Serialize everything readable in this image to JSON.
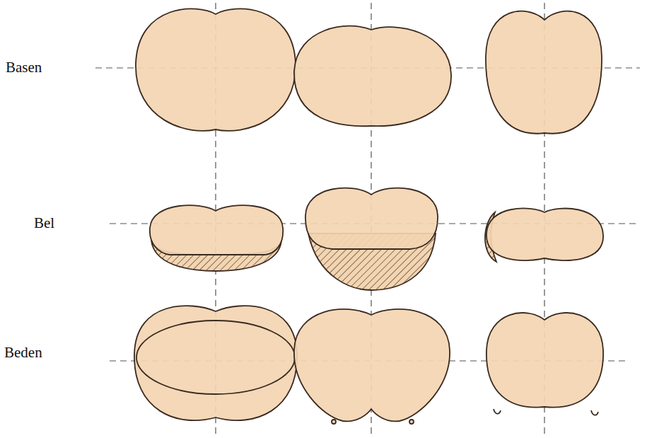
{
  "diagram": {
    "labels": [
      "Basen",
      "Bel",
      "Beden"
    ]
  }
}
